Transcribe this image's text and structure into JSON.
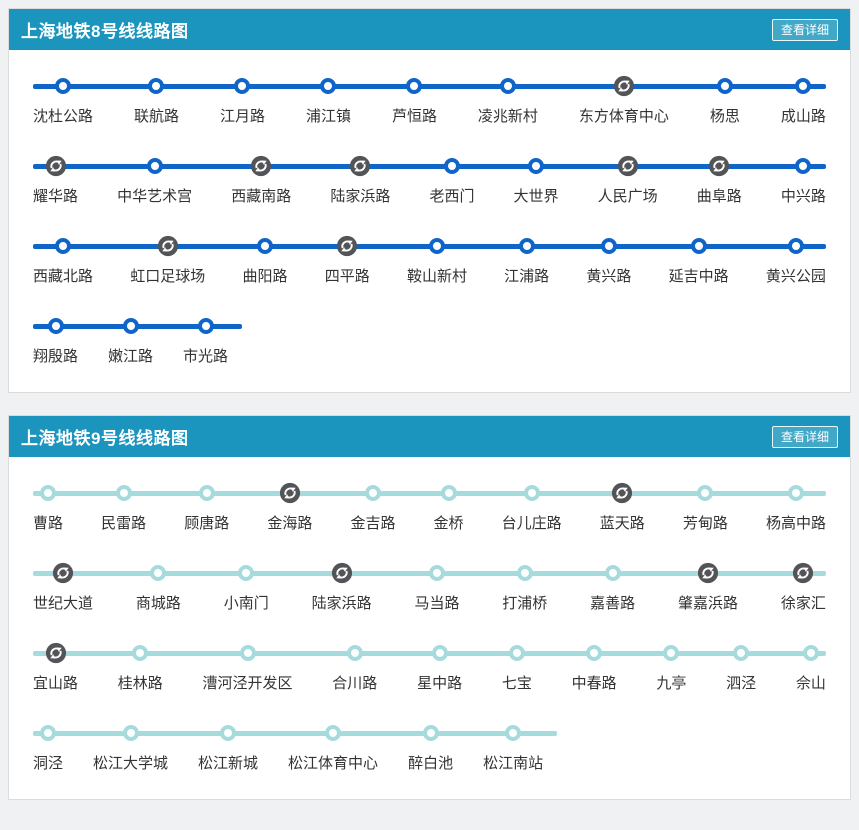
{
  "transfer_icon": {
    "name": "transfer-icon",
    "bg": "#525457",
    "fg": "#ffffff"
  },
  "cards": [
    {
      "title": "上海地铁8号线线路图",
      "detail_button_label": "查看详细",
      "colors": {
        "header_bg": "#1b95bd",
        "button_bg": "#41a8c8",
        "line": "#1066c8"
      },
      "rows": [
        {
          "full": true,
          "stations": [
            {
              "name": "沈杜公路",
              "transfer": false
            },
            {
              "name": "联航路",
              "transfer": false
            },
            {
              "name": "江月路",
              "transfer": false
            },
            {
              "name": "浦江镇",
              "transfer": false
            },
            {
              "name": "芦恒路",
              "transfer": false
            },
            {
              "name": "凌兆新村",
              "transfer": false
            },
            {
              "name": "东方体育中心",
              "transfer": true
            },
            {
              "name": "杨思",
              "transfer": false
            },
            {
              "name": "成山路",
              "transfer": false
            }
          ]
        },
        {
          "full": true,
          "stations": [
            {
              "name": "耀华路",
              "transfer": true
            },
            {
              "name": "中华艺术宫",
              "transfer": false
            },
            {
              "name": "西藏南路",
              "transfer": true
            },
            {
              "name": "陆家浜路",
              "transfer": true
            },
            {
              "name": "老西门",
              "transfer": false
            },
            {
              "name": "大世界",
              "transfer": false
            },
            {
              "name": "人民广场",
              "transfer": true
            },
            {
              "name": "曲阜路",
              "transfer": true
            },
            {
              "name": "中兴路",
              "transfer": false
            }
          ]
        },
        {
          "full": true,
          "stations": [
            {
              "name": "西藏北路",
              "transfer": false
            },
            {
              "name": "虹口足球场",
              "transfer": true
            },
            {
              "name": "曲阳路",
              "transfer": false
            },
            {
              "name": "四平路",
              "transfer": true
            },
            {
              "name": "鞍山新村",
              "transfer": false
            },
            {
              "name": "江浦路",
              "transfer": false
            },
            {
              "name": "黄兴路",
              "transfer": false
            },
            {
              "name": "延吉中路",
              "transfer": false
            },
            {
              "name": "黄兴公园",
              "transfer": false
            }
          ]
        },
        {
          "full": false,
          "stations": [
            {
              "name": "翔殷路",
              "transfer": false
            },
            {
              "name": "嫩江路",
              "transfer": false
            },
            {
              "name": "市光路",
              "transfer": false
            }
          ]
        }
      ]
    },
    {
      "title": "上海地铁9号线线路图",
      "detail_button_label": "查看详细",
      "colors": {
        "header_bg": "#1b95bd",
        "button_bg": "#41a8c8",
        "line": "#a6dbde"
      },
      "rows": [
        {
          "full": true,
          "stations": [
            {
              "name": "曹路",
              "transfer": false
            },
            {
              "name": "民雷路",
              "transfer": false
            },
            {
              "name": "顾唐路",
              "transfer": false
            },
            {
              "name": "金海路",
              "transfer": true
            },
            {
              "name": "金吉路",
              "transfer": false
            },
            {
              "name": "金桥",
              "transfer": false
            },
            {
              "name": "台儿庄路",
              "transfer": false
            },
            {
              "name": "蓝天路",
              "transfer": true
            },
            {
              "name": "芳甸路",
              "transfer": false
            },
            {
              "name": "杨高中路",
              "transfer": false
            }
          ]
        },
        {
          "full": true,
          "stations": [
            {
              "name": "世纪大道",
              "transfer": true
            },
            {
              "name": "商城路",
              "transfer": false
            },
            {
              "name": "小南门",
              "transfer": false
            },
            {
              "name": "陆家浜路",
              "transfer": true
            },
            {
              "name": "马当路",
              "transfer": false
            },
            {
              "name": "打浦桥",
              "transfer": false
            },
            {
              "name": "嘉善路",
              "transfer": false
            },
            {
              "name": "肇嘉浜路",
              "transfer": true
            },
            {
              "name": "徐家汇",
              "transfer": true
            }
          ]
        },
        {
          "full": true,
          "stations": [
            {
              "name": "宜山路",
              "transfer": true
            },
            {
              "name": "桂林路",
              "transfer": false
            },
            {
              "name": "漕河泾开发区",
              "transfer": false
            },
            {
              "name": "合川路",
              "transfer": false
            },
            {
              "name": "星中路",
              "transfer": false
            },
            {
              "name": "七宝",
              "transfer": false
            },
            {
              "name": "中春路",
              "transfer": false
            },
            {
              "name": "九亭",
              "transfer": false
            },
            {
              "name": "泗泾",
              "transfer": false
            },
            {
              "name": "佘山",
              "transfer": false
            }
          ]
        },
        {
          "full": false,
          "stations": [
            {
              "name": "洞泾",
              "transfer": false
            },
            {
              "name": "松江大学城",
              "transfer": false
            },
            {
              "name": "松江新城",
              "transfer": false
            },
            {
              "name": "松江体育中心",
              "transfer": false
            },
            {
              "name": "醉白池",
              "transfer": false
            },
            {
              "name": "松江南站",
              "transfer": false
            }
          ]
        }
      ]
    }
  ]
}
